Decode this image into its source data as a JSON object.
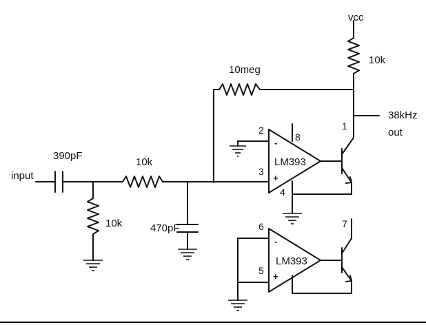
{
  "labels": {
    "vcc": "vcc",
    "r_pullup": "10k",
    "r_feedback": "10meg",
    "output_freq": "38kHz",
    "output_word": "out",
    "input": "input",
    "c_input": "390pF",
    "r_series": "10k",
    "r_ground": "10k",
    "c_filter": "470pF"
  },
  "comparator_a": {
    "part": "LM393",
    "pin_inv": "2",
    "pin_noninv": "3",
    "pin_out": "1",
    "pin_vcc": "8",
    "pin_gnd": "4",
    "minus": "-",
    "plus": "+"
  },
  "comparator_b": {
    "part": "LM393",
    "pin_inv": "6",
    "pin_noninv": "5",
    "pin_out": "7",
    "minus": "-",
    "plus": "+"
  }
}
